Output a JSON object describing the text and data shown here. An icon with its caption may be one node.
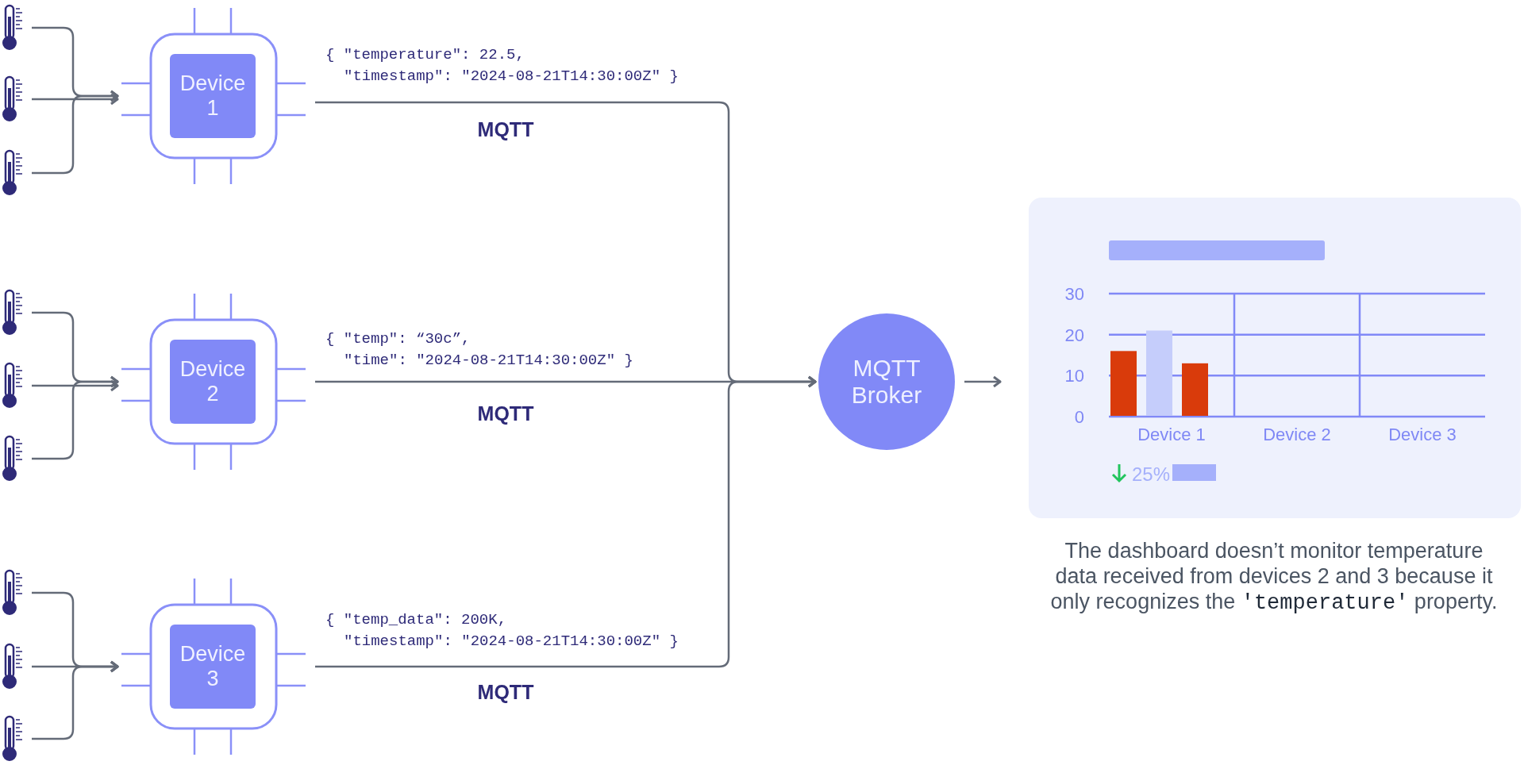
{
  "diagram": {
    "nodes": [
      {
        "text": [],
        "shape": "picture"
      },
      {
        "text": [],
        "shape": "picture"
      },
      {
        "text": [],
        "shape": "picture"
      },
      {
        "text": [],
        "shape": "picture"
      },
      {
        "text": [],
        "shape": "picture"
      },
      {
        "text": [],
        "shape": "picture"
      },
      {
        "text": [],
        "shape": "picture"
      },
      {
        "text": [],
        "shape": "picture"
      },
      {
        "text": [],
        "shape": "picture"
      },
      {
        "text": [
          "Device 1"
        ]
      },
      {
        "text": [
          "Device 2"
        ]
      },
      {
        "text": [
          "Device 3"
        ]
      },
      {
        "text": [
          "MQTT Broker"
        ]
      },
      {
        "text": [],
        "shape": "box",
        "beside": [
          "The dashboard doesn’t monitor temperature data received from devices 2 and 3 because it only recognizes the **'temperature'** property."
        ]
      }
    ],
    "edges": [
      {
        "from": 0,
        "to": 9,
        "arrow": "to"
      },
      {
        "from": 1,
        "to": 9,
        "arrow": "to"
      },
      {
        "from": 2,
        "to": 9,
        "arrow": "to"
      },
      {
        "from": 3,
        "to": 10,
        "arrow": "to"
      },
      {
        "from": 4,
        "to": 10,
        "arrow": "to"
      },
      {
        "from": 5,
        "to": 10,
        "arrow": "to"
      },
      {
        "from": 6,
        "to": 11,
        "arrow": "to"
      },
      {
        "from": 7,
        "to": 11,
        "arrow": "to"
      },
      {
        "from": 8,
        "to": 11,
        "arrow": "to"
      },
      {
        "from": 9,
        "to": 12,
        "arrow": "to",
        "label": "MQTT"
      },
      {
        "from": 10,
        "to": 12,
        "arrow": "to",
        "label": "MQTT"
      },
      {
        "from": 11,
        "to": 12,
        "arrow": "to",
        "label": "MQTT"
      },
      {
        "from": 12,
        "to": 13,
        "arrow": "to"
      }
    ],
    "labels": [
      "{ \"temperature\": 22.5, \"timestamp\": \"2024-08-21T14:30:00Z\" }",
      "{ \"temp\": “30c”, \"time\": \"2024-08-21T14:30:00Z\" }",
      "{ \"temp_data\": 200K, \"timestamp\": \"2024-08-21T14:30:00Z\" }",
      "25%"
    ],
    "chart_data": {
      "type": "bar",
      "categories": [
        "Device 1",
        "Device 2",
        "Device 3"
      ],
      "series": [
        {
          "color": "#d93b0b",
          "values": [
            16,
            null,
            null
          ]
        },
        {
          "color": "#c5cdfb",
          "values": [
            21,
            null,
            null
          ]
        },
        {
          "color": "#d93b0b",
          "values": [
            13,
            null,
            null
          ]
        }
      ],
      "ylim": [
        0,
        30
      ],
      "yticks": [
        0,
        10,
        20,
        30
      ]
    }
  }
}
